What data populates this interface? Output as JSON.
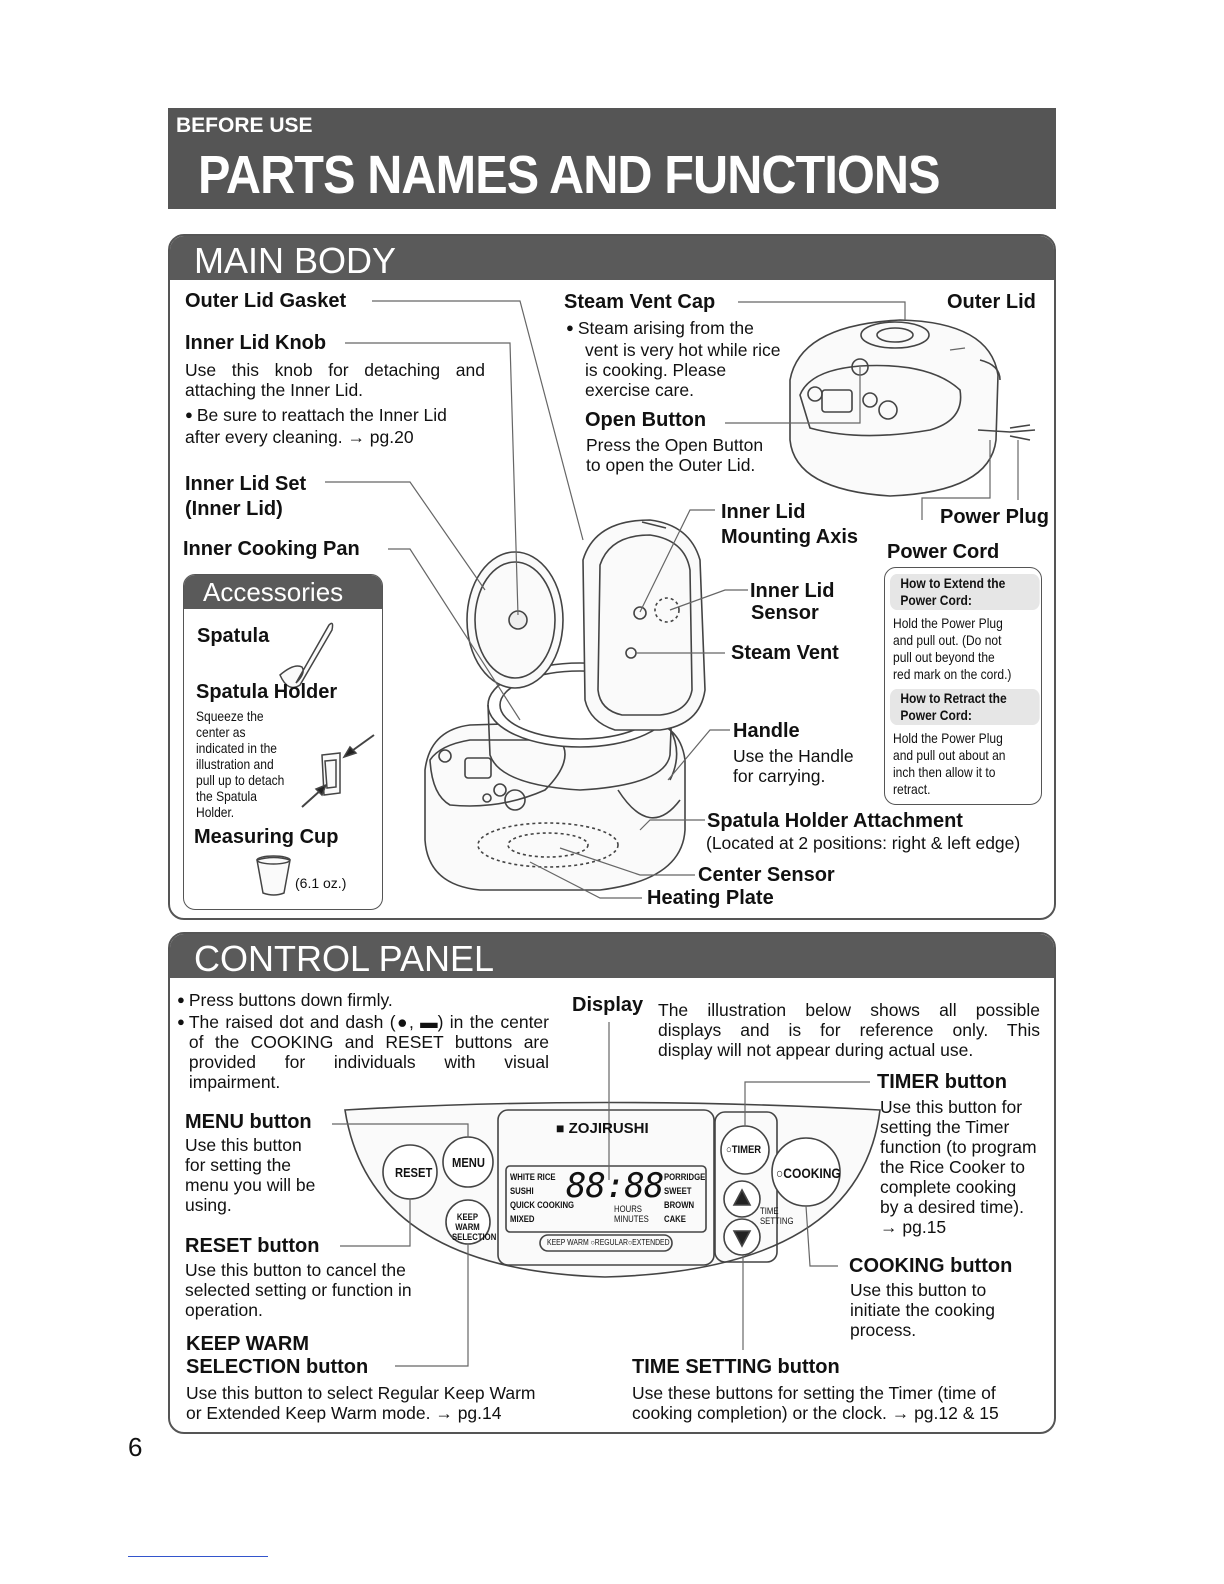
{
  "header": {
    "section": "BEFORE USE",
    "title": "PARTS NAMES AND FUNCTIONS"
  },
  "main_body": {
    "title": "MAIN BODY",
    "outer_lid_gasket": "Outer Lid Gasket",
    "inner_lid_knob": {
      "label": "Inner Lid Knob",
      "desc": "Use this knob for detaching and attaching the Inner Lid.",
      "bullet": "Be sure to reattach the Inner Lid after every cleaning. → pg.20"
    },
    "inner_lid_set": [
      "Inner Lid Set",
      "(Inner Lid)"
    ],
    "inner_cooking_pan": "Inner Cooking Pan",
    "steam_vent_cap": {
      "label": "Steam Vent Cap",
      "bullet": [
        "Steam arising from the",
        "vent is very hot while rice",
        "is cooking. Please",
        "exercise care."
      ]
    },
    "outer_lid": "Outer Lid",
    "open_button": {
      "label": "Open Button",
      "desc": [
        "Press the Open Button",
        "to open the Outer Lid."
      ]
    },
    "inner_lid_mounting_axis": [
      "Inner Lid",
      "Mounting Axis"
    ],
    "power_plug": "Power Plug",
    "power_cord": "Power Cord",
    "inner_lid_sensor": [
      "Inner Lid",
      "Sensor"
    ],
    "steam_vent": "Steam Vent",
    "handle": {
      "label": "Handle",
      "desc": [
        "Use the Handle",
        "for carrying."
      ]
    },
    "spatula_holder_attachment": {
      "label": "Spatula Holder Attachment",
      "desc": "(Located at 2 positions: right & left edge)"
    },
    "center_sensor": "Center Sensor",
    "heating_plate": "Heating Plate",
    "cord_box": {
      "extend_title": [
        "How to Extend the",
        "Power Cord:"
      ],
      "extend_desc": [
        "Hold the Power Plug",
        "and pull out. (Do not",
        "pull out beyond the",
        "red mark on the cord.)"
      ],
      "retract_title": [
        "How to Retract the",
        "Power Cord:"
      ],
      "retract_desc": [
        "Hold the Power Plug",
        "and pull out about an",
        "inch then allow it to",
        "retract."
      ]
    },
    "accessories": {
      "title": "Accessories",
      "spatula": "Spatula",
      "spatula_holder": "Spatula Holder",
      "spatula_holder_desc": [
        "Squeeze the",
        "center as",
        "indicated in the",
        "illustration and",
        "pull up to detach",
        "the Spatula",
        "Holder."
      ],
      "measuring_cup": "Measuring Cup",
      "cup_size": "(6.1 oz.)"
    }
  },
  "control_panel": {
    "title": "CONTROL PANEL",
    "bullets": [
      "Press buttons down firmly.",
      "The raised dot and dash (●, ▬) in the center of the COOKING and RESET buttons are provided for individuals with visual impairment."
    ],
    "display": {
      "label": "Display",
      "desc": [
        "The illustration below shows all possible",
        "displays and is for reference only. This",
        "display will not appear during actual use."
      ]
    },
    "timer": {
      "label": "TIMER button",
      "desc": [
        "Use this button for",
        "setting the Timer",
        "function (to program",
        "the Rice Cooker to",
        "complete cooking",
        "by a desired time).",
        "→ pg.15"
      ]
    },
    "menu": {
      "label": "MENU button",
      "desc": [
        "Use this button",
        "for setting the",
        "menu you will be",
        "using."
      ]
    },
    "reset": {
      "label": "RESET button",
      "desc": [
        "Use this button to cancel the",
        "selected setting or function in",
        "operation."
      ]
    },
    "keep_warm": {
      "label": [
        "KEEP WARM",
        "SELECTION button"
      ],
      "desc": [
        "Use this button to select Regular Keep Warm",
        "or Extended Keep Warm mode. → pg.14"
      ]
    },
    "cooking": {
      "label": "COOKING button",
      "desc": [
        "Use this button to",
        "initiate the cooking",
        "process."
      ]
    },
    "time_setting": {
      "label": "TIME SETTING button",
      "desc": [
        "Use these buttons for setting the Timer (time of",
        "cooking completion) or the clock. → pg.12 & 15"
      ]
    },
    "panel": {
      "brand": "ZOJIRUSHI",
      "btn_reset": "RESET",
      "btn_menu": "MENU",
      "btn_keepwarm": [
        "KEEP WARM",
        "SELECTION"
      ],
      "btn_timer": "○TIMER",
      "btn_cooking": "○COOKING",
      "time_setting": [
        "TIME",
        "SETTING"
      ],
      "lcd_left": [
        "WHITE RICE",
        "SUSHI",
        "QUICK COOKING",
        "MIXED"
      ],
      "lcd_right": [
        "PORRIDGE",
        "SWEET",
        "BROWN",
        "CAKE"
      ],
      "lcd_digits": "88:88",
      "lcd_hours": "HOURS",
      "lcd_minutes": "MINUTES",
      "lcd_bottom": "KEEP WARM ○REGULAR○EXTENDED"
    }
  },
  "page_number": "6"
}
